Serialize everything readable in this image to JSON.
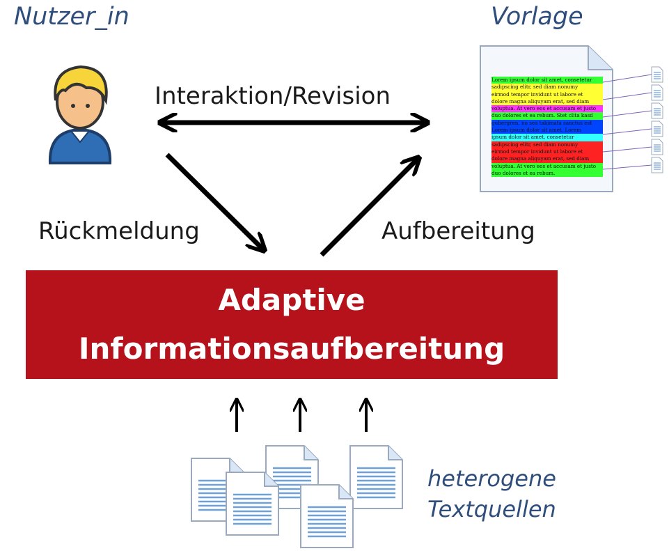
{
  "roles": {
    "user": "Nutzer_in",
    "template": "Vorlage",
    "sources": [
      "heterogene",
      "Textquellen"
    ]
  },
  "edges": {
    "interaction": "Interaktion/Revision",
    "feedback": "Rückmeldung",
    "processing": "Aufbereitung"
  },
  "core": {
    "line1": "Adaptive",
    "line2": "Informationsaufbereitung"
  },
  "template_doc": {
    "lines": [
      "Lorem ipsum dolor sit amet, consetetur",
      "sadipscing elitr, sed diam nonumy",
      "eirmod tempor invidunt ut labore et",
      "dolore magna aliquyam erat, sed diam",
      "voluptua. At vero eos et accusam et justo",
      "duo dolores et ea rebum. Stet clita kasd",
      "gubergren, no sea takimata sanctus est",
      "Lorem ipsum dolor sit amet. Lorem",
      "ipsum dolor sit amet, consetetur",
      "sadipscing elitr, sed diam nonumy",
      "eirmod tempor invidunt ut labore et",
      "dolore magna aliquyam erat, sed diam",
      "voluptua. At vero eos et accusam et justo",
      "duo dolores et ea rebum."
    ],
    "line_colors": [
      "#33ff33",
      "#ffff33",
      "#ffff33",
      "#ffff33",
      "#ff33ff",
      "#33ff33",
      "#0044ff",
      "#0044ff",
      "#33ffff",
      "#ff2222",
      "#ff2222",
      "#ff2222",
      "#33ff33",
      "#33ff33"
    ]
  },
  "colors": {
    "core_fill": "#b5121b",
    "role_text": "#2f4e7c",
    "arrow": "#000000"
  },
  "icons": [
    "user-avatar-icon",
    "template-document-icon",
    "source-document-icon"
  ]
}
